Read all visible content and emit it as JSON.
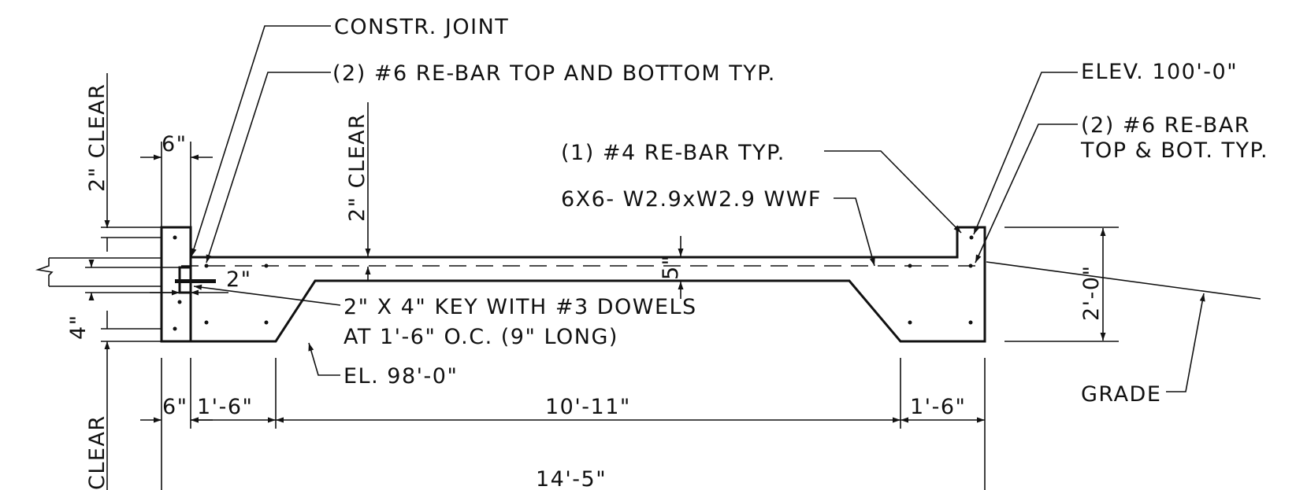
{
  "labels": {
    "constr_joint": "CONSTR. JOINT",
    "rebar_top_bottom": "(2) #6 RE-BAR TOP AND BOTTOM TYP.",
    "elev_top": "ELEV. 100'-0\"",
    "rebar_right_line1": "(2) #6 RE-BAR",
    "rebar_right_line2": "TOP & BOT. TYP.",
    "rebar_4": "(1) #4 RE-BAR TYP.",
    "wwf": "6X6- W2.9xW2.9 WWF",
    "key_line1": "2\" X 4\" KEY WITH #3 DOWELS",
    "key_line2": "AT 1'-6\" O.C. (9\" LONG)",
    "el_bottom": "EL. 98'-0\"",
    "grade": "GRADE"
  },
  "dimensions": {
    "clear_left_top": "2\" CLEAR",
    "clear_left_bottom": "CLEAR",
    "clear_mid": "2\" CLEAR",
    "six_top": "6\"",
    "two_inch": "2\"",
    "four_inch": "4\"",
    "five_inch": "5\"",
    "two_ft": "2'-0\"",
    "six_bottom": "6\"",
    "one_six_left": "1'-6\"",
    "ten_eleven": "10'-11\"",
    "one_six_right": "1'-6\"",
    "fourteen_five": "14'-5\""
  }
}
